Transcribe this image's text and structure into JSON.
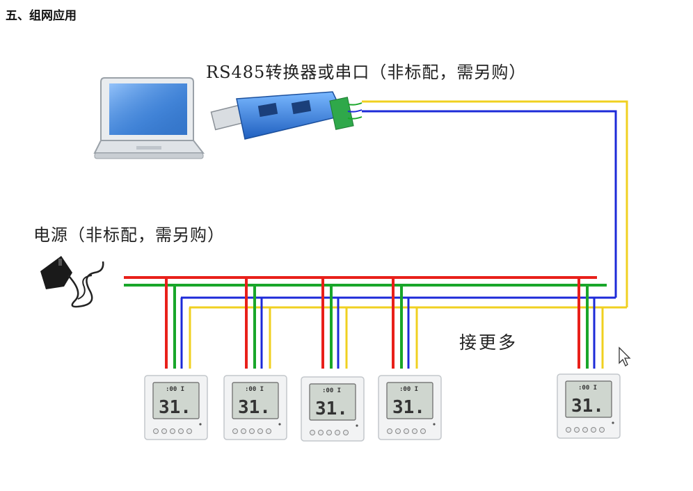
{
  "heading": "五、组网应用",
  "converter_label": "RS485转换器或串口（非标配，需另购）",
  "power_label": "电源（非标配，需另购）",
  "more_label": "接更多",
  "device": {
    "lcd_top": ":00 I",
    "lcd_main": "31.",
    "count": 5
  },
  "wire_colors": {
    "power_pos": "#e8201a",
    "power_neg": "#19a62a",
    "rs485_a": "#1c2ad8",
    "rs485_b": "#f0d020"
  },
  "icons": [
    "laptop-icon",
    "usb-rs485-converter-icon",
    "power-adapter-icon",
    "temperature-sensor-icon",
    "mouse-cursor-icon"
  ]
}
